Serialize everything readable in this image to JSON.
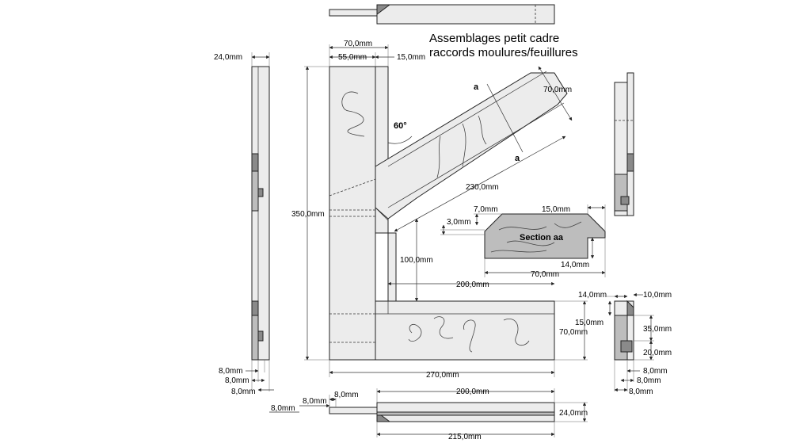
{
  "title": {
    "line1": "Assemblages petit cadre",
    "line2": "raccords moulures/feuillures"
  },
  "labels": {
    "angle": "60°",
    "section_mark_top": "a",
    "section_mark_bottom": "a",
    "section_name": "Section aa"
  },
  "dimensions": {
    "top_width": "70,0mm",
    "top_inner": "55,0mm",
    "top_rabbet": "15,0mm",
    "left_thickness": "24,0mm",
    "height": "350,0mm",
    "diag_width": "70,0mm",
    "diag_length": "230,0mm",
    "offset_100": "100,0mm",
    "bottom_inner": "200,0mm",
    "bottom_height": "70,0mm",
    "bottom_total": "270,0mm",
    "sec_7": "7,0mm",
    "sec_3": "3,0mm",
    "sec_15": "15,0mm",
    "sec_14": "14,0mm",
    "sec_70": "70,0mm",
    "right_14": "14,0mm",
    "right_10": "10,0mm",
    "right_15": "15,0mm",
    "right_35": "35,0mm",
    "right_20": "20,0mm",
    "right_8a": "8,0mm",
    "right_8b": "8,0mm",
    "left_8a": "8,0mm",
    "left_8b": "8,0mm",
    "left_8c": "8,0mm",
    "bot_8a": "8,0mm",
    "bot_8b": "8,0mm",
    "bot_8c": "8,0mm",
    "bot_200": "200,0mm",
    "bot_24": "24,0mm",
    "bot_215": "215,0mm"
  }
}
